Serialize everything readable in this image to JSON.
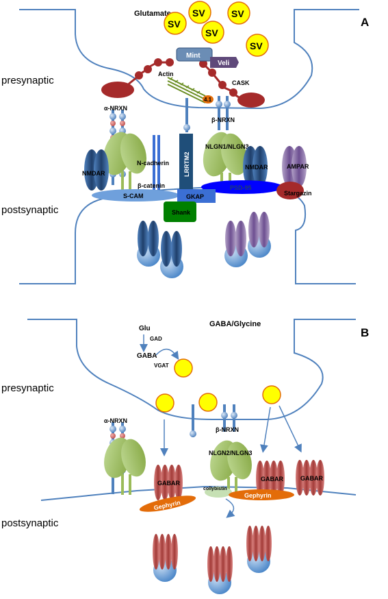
{
  "panel_a": {
    "letter": "A",
    "neurotransmitter": "Glutamate",
    "presynaptic_label": "presynaptic",
    "postsynaptic_label": "postsynaptic",
    "vesicle_label": "SV",
    "labels": {
      "mint": "Mint",
      "veli": "Veli",
      "actin": "Actin",
      "cask": "CASK",
      "band41": "4.1",
      "alpha_nrxn": "α-NRXN",
      "beta_nrxn": "β-NRXN",
      "n_cadherin": "N-cadherin",
      "lrrtm2": "LRRTM2",
      "nlgn13": "NLGN1/NLGN3",
      "nmdar_left": "NMDAR",
      "nmdar_right": "NMDAR",
      "ampar": "AMPAR",
      "beta_catenin": "β-catenin",
      "scam": "S-CAM",
      "gkap": "GKAP",
      "psd95": "PSD-95",
      "stargazin": "Stargazin",
      "shank": "Shank"
    }
  },
  "panel_b": {
    "letter": "B",
    "neurotransmitter": "GABA/Glycine",
    "presynaptic_label": "presynaptic",
    "postsynaptic_label": "postsynaptic",
    "labels": {
      "glu": "Glu",
      "gad": "GAD",
      "gaba": "GABA",
      "vgat": "VGAT",
      "alpha_nrxn": "α-NRXN",
      "beta_nrxn": "β-NRXN",
      "nlgn23": "NLGN2/NLGN3",
      "gabar_1": "GABAR",
      "gabar_2": "GABAR",
      "gabar_3": "GABAR",
      "collybistin": "collybistin",
      "gephyrin_left": "Gephyrin",
      "gephyrin_right": "Gephyrin"
    }
  },
  "colors": {
    "membrane": "#4f81bd",
    "vesicle": "#ffff00",
    "vesicle_stroke": "#e36c09",
    "nrxn_blue": "#4f81bd",
    "nrxn_red": "#c0504d",
    "neuroligin": "#9bbb59",
    "nmdar": "#1f4e79",
    "ampar": "#8064a2",
    "scaffold_red": "#a52a2a",
    "psd95": "#0000ff",
    "shank": "#008000",
    "gephyrin": "#e36c09",
    "gabar": "#c0504d"
  }
}
